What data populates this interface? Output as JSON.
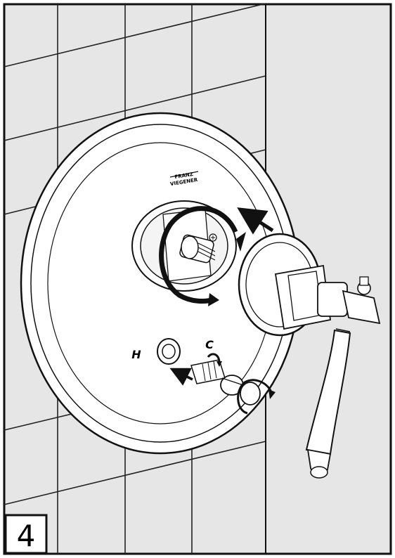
{
  "diagram": {
    "step_number": "4",
    "brand_logo": "FRANZ VIEGENER",
    "hot_label": "H",
    "cold_label": "C",
    "colors": {
      "wall_tile": "#e6e6e6",
      "line": "#111111",
      "metal": "#ffffff"
    },
    "icons": [
      "rotate-arrow-icon",
      "push-arrow-icon",
      "pull-arrow-icon"
    ]
  }
}
